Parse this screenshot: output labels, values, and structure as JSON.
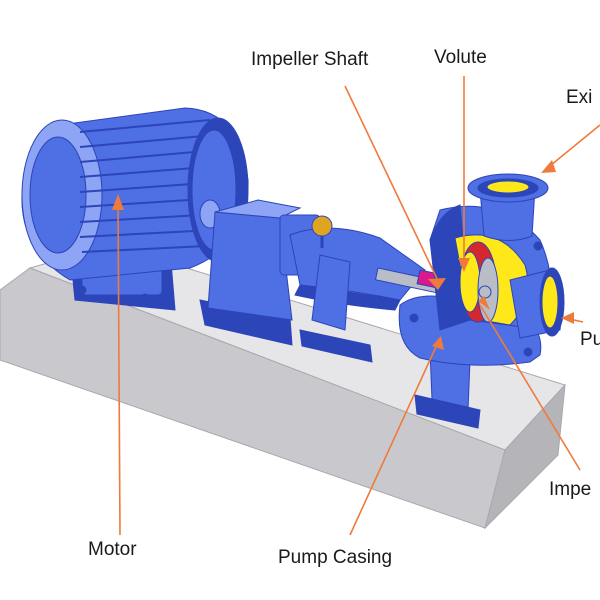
{
  "labels": {
    "impeller_shaft": "Impeller Shaft",
    "volute": "Volute",
    "exit": "Exi",
    "pump_inlet": "Pu",
    "impeller": "Impe",
    "motor": "Motor",
    "pump_casing": "Pump Casing"
  },
  "colors": {
    "blue": "#4f6fe4",
    "blue_dark": "#2c45b8",
    "blue_light": "#8ea5f5",
    "base_top": "#e6e6e9",
    "base_front": "#c9c9cd",
    "base_side": "#b4b4b9",
    "leader": "#f07a3a",
    "yellow": "#ffe81a",
    "red": "#d4282e",
    "grey": "#b8bdc8",
    "magenta": "#d9198c",
    "brass": "#e0a423"
  }
}
